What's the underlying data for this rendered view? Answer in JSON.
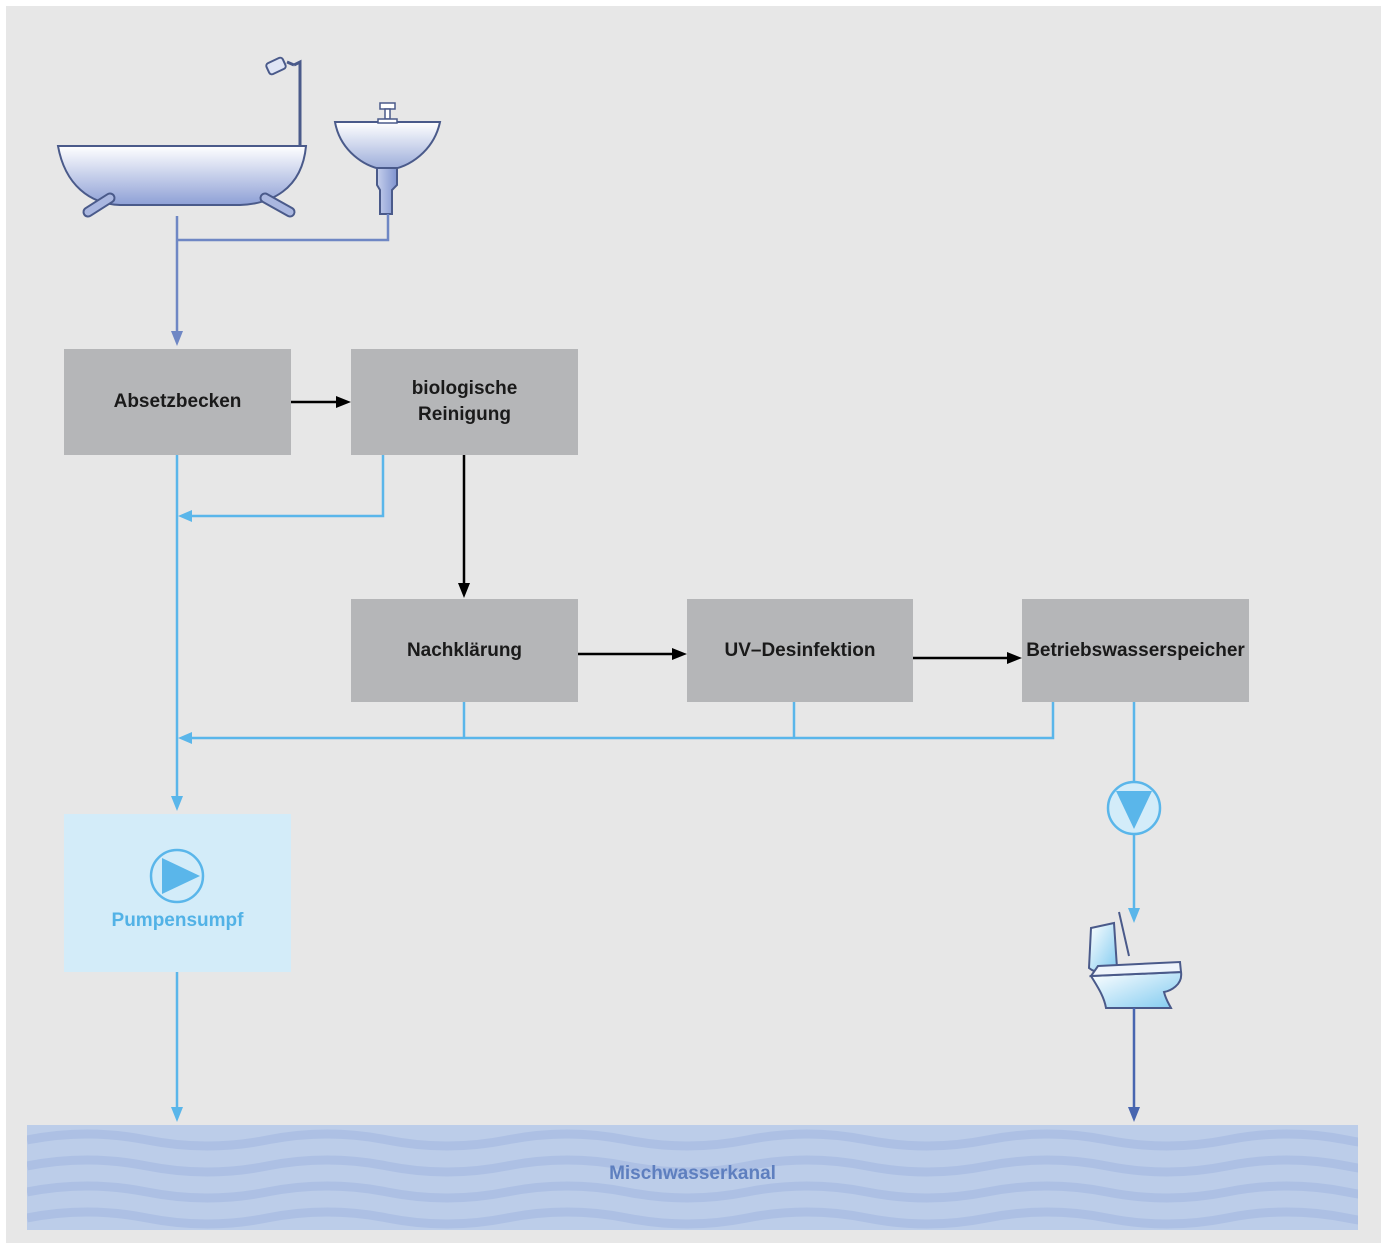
{
  "boxes": {
    "absetzbecken": "Absetzbecken",
    "biologische_reinigung": "biologische\nReinigung",
    "nachklaerung": "Nachklärung",
    "uv_desinfektion": "UV–Desinfektion",
    "betriebswasserspeicher": "Betriebswasserspeicher"
  },
  "pumpensumpf": "Pumpensumpf",
  "mischwasserkanal": "Mischwasserkanal",
  "colors": {
    "background": "#e7e7e7",
    "process_box": "#b5b6b8",
    "greywater_line": "#6f87c4",
    "overflow_line": "#5ab6ea",
    "process_arrow": "#000000",
    "pump_sump": "#d3ecf9",
    "channel": "#bccde9"
  }
}
